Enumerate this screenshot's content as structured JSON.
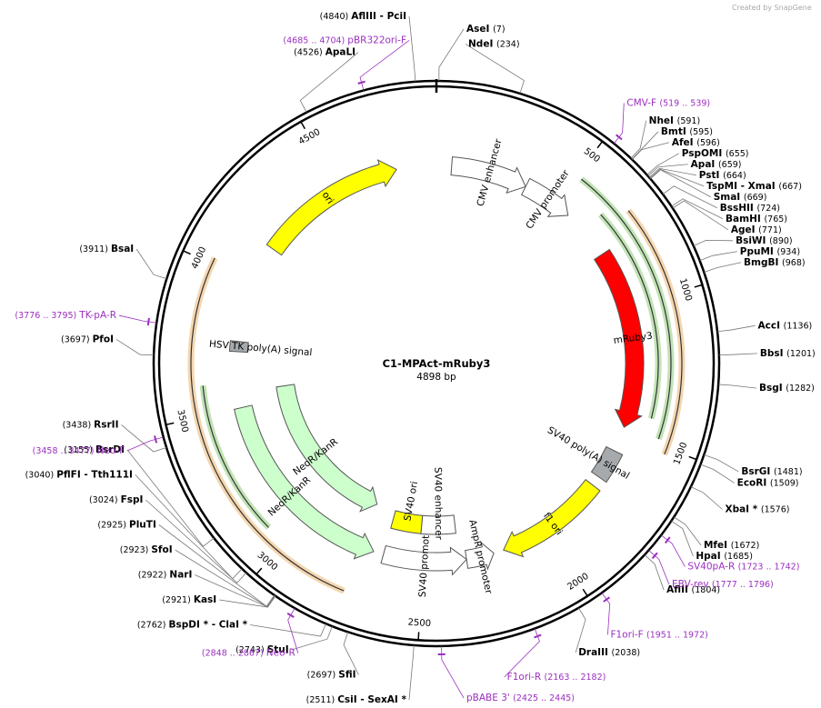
{
  "credit": "Created by SnapGene",
  "plasmid": {
    "name": "C1-MPAct-mRuby3",
    "length": 4898,
    "size_label": "4898 bp"
  },
  "ticks": [
    {
      "pos": 500,
      "label": "500"
    },
    {
      "pos": 1000,
      "label": "1000"
    },
    {
      "pos": 1500,
      "label": "1500"
    },
    {
      "pos": 2000,
      "label": "2000"
    },
    {
      "pos": 2500,
      "label": "2500"
    },
    {
      "pos": 3000,
      "label": "3000"
    },
    {
      "pos": 3500,
      "label": "3500"
    },
    {
      "pos": 4000,
      "label": "4000"
    },
    {
      "pos": 4500,
      "label": "4500"
    }
  ],
  "sites": [
    {
      "name": "AseI",
      "pos_label": "(7)",
      "pos": 7
    },
    {
      "name": "NdeI",
      "pos_label": "(234)",
      "pos": 234
    },
    {
      "name": "NheI",
      "pos_label": "(591)",
      "pos": 591
    },
    {
      "name": "BmtI",
      "pos_label": "(595)",
      "pos": 595
    },
    {
      "name": "AfeI",
      "pos_label": "(596)",
      "pos": 596
    },
    {
      "name": "PspOMI",
      "pos_label": "(655)",
      "pos": 655
    },
    {
      "name": "ApaI",
      "pos_label": "(659)",
      "pos": 659
    },
    {
      "name": "PstI",
      "pos_label": "(664)",
      "pos": 664
    },
    {
      "name": "TspMI - XmaI",
      "pos_label": "(667)",
      "pos": 667
    },
    {
      "name": "SmaI",
      "pos_label": "(669)",
      "pos": 669
    },
    {
      "name": "BssHII",
      "pos_label": "(724)",
      "pos": 724
    },
    {
      "name": "BamHI",
      "pos_label": "(765)",
      "pos": 765
    },
    {
      "name": "AgeI",
      "pos_label": "(771)",
      "pos": 771
    },
    {
      "name": "BsiWI",
      "pos_label": "(890)",
      "pos": 890
    },
    {
      "name": "PpuMI",
      "pos_label": "(934)",
      "pos": 934
    },
    {
      "name": "BmgBI",
      "pos_label": "(968)",
      "pos": 968
    },
    {
      "name": "AccI",
      "pos_label": "(1136)",
      "pos": 1136
    },
    {
      "name": "BbsI",
      "pos_label": "(1201)",
      "pos": 1201
    },
    {
      "name": "BsgI",
      "pos_label": "(1282)",
      "pos": 1282
    },
    {
      "name": "BsrGI",
      "pos_label": "(1481)",
      "pos": 1481
    },
    {
      "name": "EcoRI",
      "pos_label": "(1509)",
      "pos": 1509
    },
    {
      "name": "XbaI *",
      "pos_label": "(1576)",
      "pos": 1576
    },
    {
      "name": "MfeI",
      "pos_label": "(1672)",
      "pos": 1672
    },
    {
      "name": "HpaI",
      "pos_label": "(1685)",
      "pos": 1685
    },
    {
      "name": "AflII",
      "pos_label": "(1804)",
      "pos": 1804
    },
    {
      "name": "DraIII",
      "pos_label": "(2038)",
      "pos": 2038
    },
    {
      "name": "CsiI - SexAI *",
      "pos_label": "(2511)",
      "pos": 2511
    },
    {
      "name": "SfiI",
      "pos_label": "(2697)",
      "pos": 2697
    },
    {
      "name": "StuI",
      "pos_label": "(2743)",
      "pos": 2743
    },
    {
      "name": "BspDI * - ClaI *",
      "pos_label": "(2762)",
      "pos": 2762
    },
    {
      "name": "KasI",
      "pos_label": "(2921)",
      "pos": 2921
    },
    {
      "name": "NarI",
      "pos_label": "(2922)",
      "pos": 2922
    },
    {
      "name": "SfoI",
      "pos_label": "(2923)",
      "pos": 2923
    },
    {
      "name": "PluTI",
      "pos_label": "(2925)",
      "pos": 2925
    },
    {
      "name": "FspI",
      "pos_label": "(3024)",
      "pos": 3024
    },
    {
      "name": "PflFI - Tth111I",
      "pos_label": "(3040)",
      "pos": 3040
    },
    {
      "name": "BsrDI",
      "pos_label": "(3155)",
      "pos": 3155
    },
    {
      "name": "RsrII",
      "pos_label": "(3438)",
      "pos": 3438
    },
    {
      "name": "PfoI",
      "pos_label": "(3697)",
      "pos": 3697
    },
    {
      "name": "BsaI",
      "pos_label": "(3911)",
      "pos": 3911
    },
    {
      "name": "ApaLI",
      "pos_label": "(4526)",
      "pos": 4526
    },
    {
      "name": "AflIII - PciI",
      "pos_label": "(4840)",
      "pos": 4840
    }
  ],
  "primers": [
    {
      "name": "CMV-F",
      "range": "(519 .. 539)",
      "pos": 529
    },
    {
      "name": "SV40pA-R",
      "range": "(1723 .. 1742)",
      "pos": 1733
    },
    {
      "name": "EBV-rev",
      "range": "(1777 .. 1796)",
      "pos": 1787
    },
    {
      "name": "F1ori-F",
      "range": "(1951 .. 1972)",
      "pos": 1962
    },
    {
      "name": "F1ori-R",
      "range": "(2163 .. 2182)",
      "pos": 2172
    },
    {
      "name": "pBABE 3'",
      "range": "(2425 .. 2445)",
      "pos": 2435
    },
    {
      "name": "Neo-R",
      "range": "(2848 .. 2867)",
      "pos": 2858
    },
    {
      "name": "Neo-F",
      "range": "(3458 .. 3477)",
      "pos": 3468
    },
    {
      "name": "TK-pA-R",
      "range": "(3776 .. 3795)",
      "pos": 3786
    },
    {
      "name": "pBR322ori-F",
      "range": "(4685 .. 4704)",
      "pos": 4695
    }
  ],
  "features": [
    {
      "name": "CMV enhancer",
      "start": 60,
      "end": 364,
      "type": "arrow",
      "color": "#ffffff",
      "dir": 1,
      "r": 218
    },
    {
      "name": "CMV promoter",
      "start": 364,
      "end": 566,
      "type": "arrow",
      "color": "#ffffff",
      "dir": 1,
      "r": 218
    },
    {
      "name": "mRuby3",
      "start": 770,
      "end": 1480,
      "type": "arrow",
      "color": "#ff0000",
      "dir": 1,
      "r": 218
    },
    {
      "name": "SV40 poly(A) signal",
      "start": 1580,
      "end": 1700,
      "type": "box",
      "color": "#a7aaad",
      "r": 218
    },
    {
      "name": "f1 ori",
      "start": 1740,
      "end": 2180,
      "type": "arrow",
      "color": "#ffff00",
      "dir": 1,
      "r": 218
    },
    {
      "name": "AmpR promoter",
      "start": 2220,
      "end": 2330,
      "type": "arrow",
      "color": "#ffffff",
      "dir": -1,
      "r": 218
    },
    {
      "name": "SV40 promoter",
      "start": 2330,
      "end": 2660,
      "type": "arrow",
      "color": "#ffffff",
      "dir": -1,
      "r": 218
    },
    {
      "name": "SV40 enhancer",
      "start": 2360,
      "end": 2520,
      "type": "box",
      "color": "#ffffff",
      "r": 178
    },
    {
      "name": "SV40 ori",
      "start": 2520,
      "end": 2660,
      "type": "box",
      "color": "#ffff00",
      "r": 178
    },
    {
      "name": "NeoR/KanR",
      "start": 2700,
      "end": 3500,
      "type": "arrow",
      "color": "#ccffcc",
      "dir": -1,
      "r": 218
    },
    {
      "name": "NeoR/KanR",
      "start": 2760,
      "end": 3560,
      "type": "arrow",
      "color": "#ccffcc",
      "dir": -1,
      "r": 168
    },
    {
      "name": "HSV TK poly(A) signal",
      "start": 3720,
      "end": 3760,
      "type": "box",
      "color": "#a7aaad",
      "r": 218
    },
    {
      "name": "ori",
      "start": 4150,
      "end": 4740,
      "type": "arrow",
      "color": "#ffff00",
      "dir": 1,
      "r": 218
    }
  ],
  "primer_arcs": [
    {
      "start": 519,
      "end": 1480,
      "color": "#4caf2a",
      "r": 258
    },
    {
      "start": 650,
      "end": 1420,
      "color": "#4caf2a",
      "r": 244
    },
    {
      "start": 700,
      "end": 1520,
      "color": "#e08a1e",
      "r": 270
    },
    {
      "start": 2750,
      "end": 3480,
      "color": "#e08a1e",
      "r": 270
    },
    {
      "start": 3480,
      "end": 4020,
      "color": "#e08a1e",
      "r": 270
    },
    {
      "start": 3070,
      "end": 3600,
      "color": "#4caf2a",
      "r": 258
    }
  ]
}
